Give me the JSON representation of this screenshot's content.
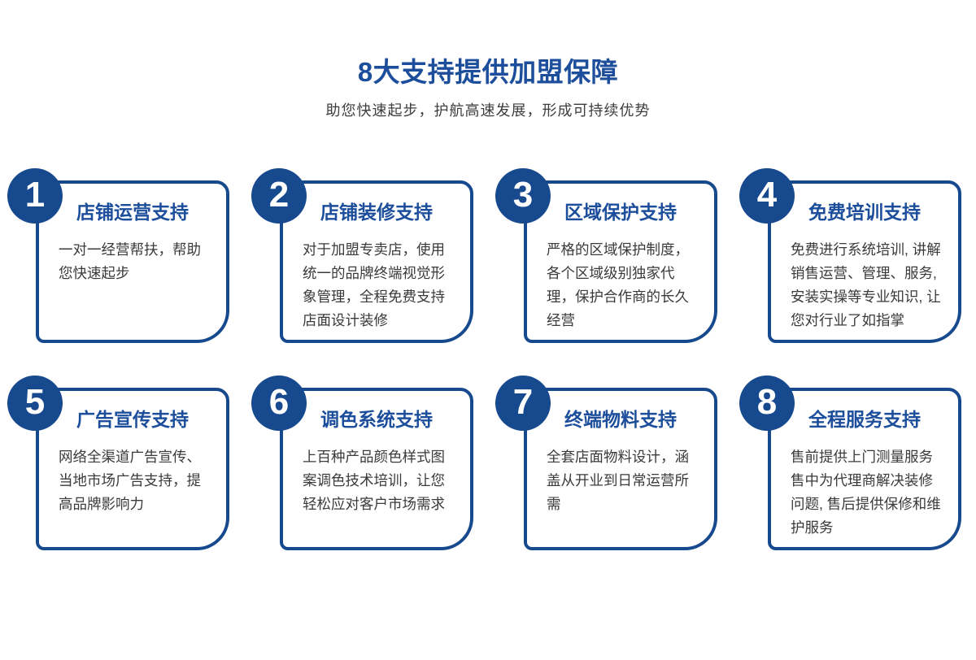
{
  "theme": {
    "accent": "#17498E",
    "title_color": "#1D4E9C",
    "text_color": "#3A3A3A",
    "background": "#FFFFFF"
  },
  "header": {
    "title": "8大支持提供加盟保障",
    "subtitle": "助您快速起步，护航高速发展，形成可持续优势"
  },
  "cards": [
    {
      "number": "1",
      "title": "店铺运营支持",
      "description": "一对一经营帮扶，帮助您快速起步"
    },
    {
      "number": "2",
      "title": "店铺装修支持",
      "description": "对于加盟专卖店，使用统一的品牌终端视觉形象管理，全程免费支持店面设计装修"
    },
    {
      "number": "3",
      "title": "区域保护支持",
      "description": "严格的区域保护制度，各个区域级别独家代理，保护合作商的长久经营"
    },
    {
      "number": "4",
      "title": "免费培训支持",
      "description": "免费进行系统培训, 讲解销售运营、管理、服务, 安装实操等专业知识, 让您对行业了如指掌"
    },
    {
      "number": "5",
      "title": "广告宣传支持",
      "description": "网络全渠道广告宣传、当地市场广告支持，提高品牌影响力"
    },
    {
      "number": "6",
      "title": "调色系统支持",
      "description": "上百种产品颜色样式图案调色技术培训，让您轻松应对客户市场需求"
    },
    {
      "number": "7",
      "title": "终端物料支持",
      "description": "全套店面物料设计，涵盖从开业到日常运营所需"
    },
    {
      "number": "8",
      "title": "全程服务支持",
      "description": "售前提供上门测量服务售中为代理商解决装修问题, 售后提供保修和维护服务"
    }
  ]
}
